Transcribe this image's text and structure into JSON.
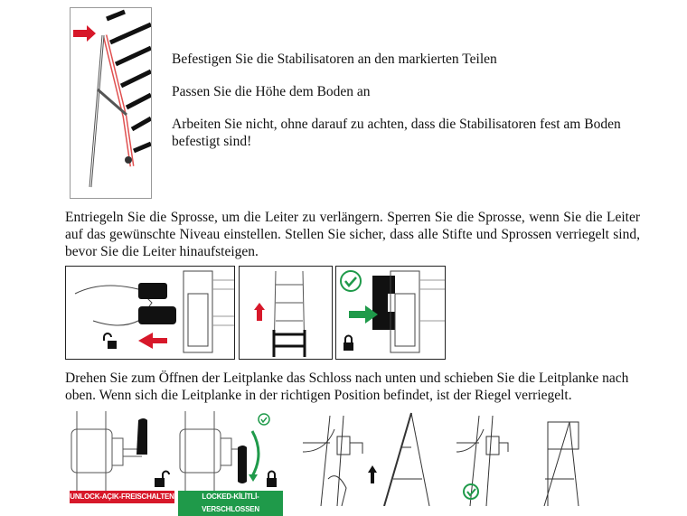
{
  "stabilizer_section": {
    "line1": "Befestigen Sie die Stabilisatoren an den markierten Teilen",
    "line2": "Passen Sie die Höhe dem Boden an",
    "line3": "Arbeiten Sie nicht, ohne darauf zu achten, dass die Stabilisatoren fest am Boden befestigt sind!"
  },
  "extend_section": {
    "paragraph": "Entriegeln Sie die Sprosse, um die Leiter zu verlängern. Sperren Sie die Sprosse, wenn Sie die Leiter auf das gewünschte Niveau einstellen. Stellen Sie sicher, dass alle Stifte und Sprossen verriegelt sind, bevor Sie die Leiter hinaufsteigen."
  },
  "guardrail_section": {
    "paragraph": "Drehen Sie zum Öffnen der Leitplanke das Schloss nach unten und schieben Sie die Leitplanke nach oben. Wenn sich die Leitplanke in der richtigen Position befindet, ist der Riegel verriegelt.",
    "unlock_label": "UNLOCK-AÇIK-FREISCHALTEN",
    "locked_label": "LOCKED-KİLİTLİ-VERSCHLOSSEN"
  },
  "colors": {
    "red": "#d7182a",
    "green": "#1f9a4a",
    "ladder_red": "#e05050"
  }
}
